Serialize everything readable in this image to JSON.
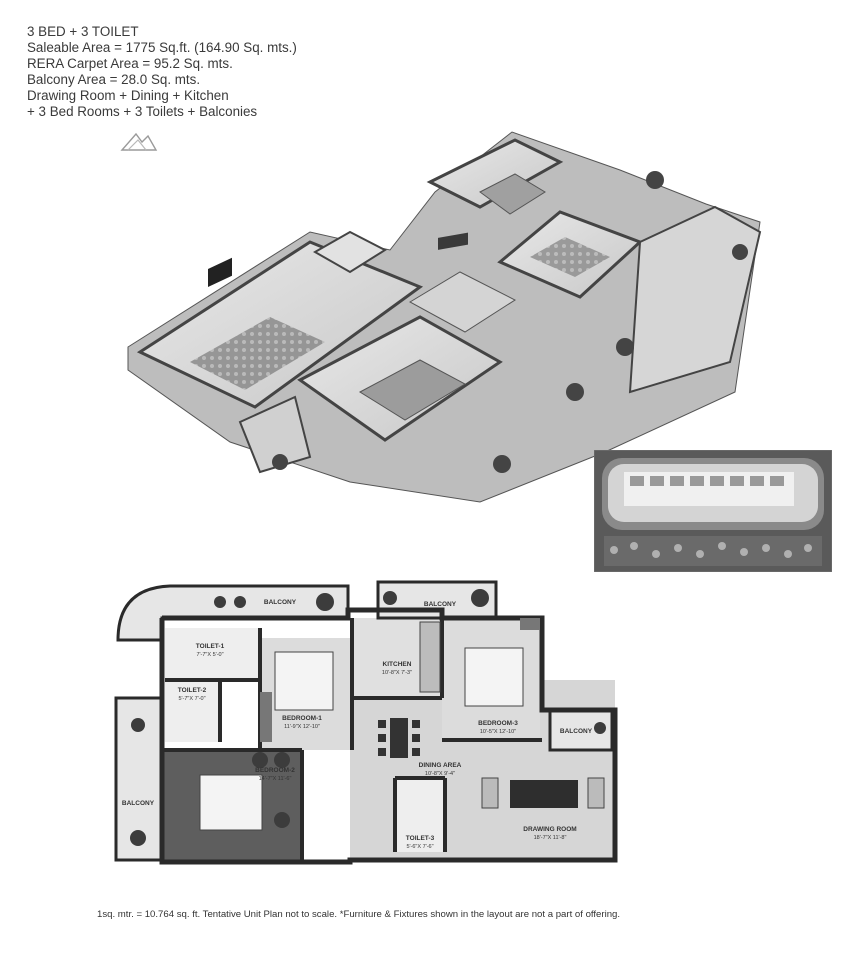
{
  "specs": {
    "title": "3 BED + 3 TOILET",
    "saleable": "Saleable Area = 1775 Sq.ft. (164.90 Sq. mts.)",
    "carpet": "RERA Carpet Area = 95.2 Sq. mts.",
    "balcony": "Balcony Area = 28.0 Sq. mts.",
    "rooms1": "Drawing Room + Dining + Kitchen",
    "rooms2": "+ 3 Bed Rooms + 3 Toilets + Balconies"
  },
  "plan": {
    "balcony_top_left": "BALCONY",
    "balcony_top_mid": "BALCONY",
    "balcony_right": "BALCONY",
    "balcony_left": "BALCONY",
    "toilet1": {
      "name": "TOILET-1",
      "size": "7'-7\"X 5'-0\""
    },
    "toilet2": {
      "name": "TOILET-2",
      "size": "5'-7\"X 7'-0\""
    },
    "toilet3": {
      "name": "TOILET-3",
      "size": "5'-6\"X 7'-6\""
    },
    "kitchen": {
      "name": "KITCHEN",
      "size": "10'-8\"X 7'-3\""
    },
    "bedroom1": {
      "name": "BEDROOM-1",
      "size": "11'-9\"X 12'-10\""
    },
    "bedroom2": {
      "name": "BEDROOM-2",
      "size": "14'-7\"X 11'-6\""
    },
    "bedroom3": {
      "name": "BEDROOM-3",
      "size": "10'-5\"X 12'-10\""
    },
    "dining": {
      "name": "DINING AREA",
      "size": "10'-8\"X 9'-4\""
    },
    "drawing": {
      "name": "DRAWING ROOM",
      "size": "18'-7\"X 11'-8\""
    }
  },
  "footnote": "1sq. mtr. = 10.764 sq. ft. Tentative Unit Plan not to scale. *Furniture & Fixtures shown in the layout are not a part of offering.",
  "colors": {
    "wall": "#2a2a2a",
    "floor": "#d9d9d9",
    "wood": "#5a5a5a",
    "planter": "#3c3c3c"
  }
}
